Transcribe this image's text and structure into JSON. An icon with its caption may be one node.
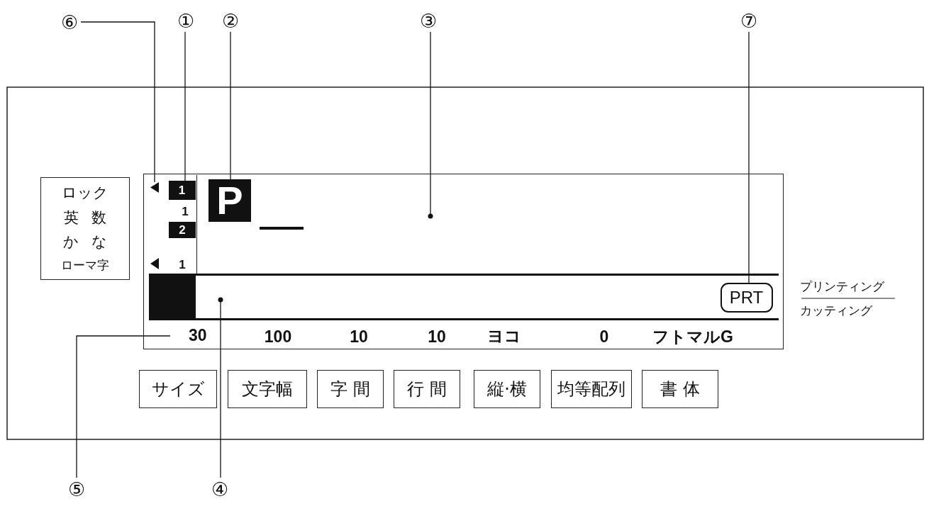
{
  "diagram": {
    "nodes": [
      {
        "text": [
          "⑥"
        ]
      },
      {
        "text": [
          "①"
        ]
      },
      {
        "text": [
          "②"
        ]
      },
      {
        "text": [
          "③"
        ]
      },
      {
        "text": [
          "⑦"
        ]
      },
      {
        "text": [
          "ロック",
          "英 数",
          "か な",
          "ローマ字"
        ]
      },
      {
        "text": [],
        "shape": "box"
      },
      {
        "text": [],
        "shape": "triangle",
        "in": 6
      },
      {
        "text": [
          "1"
        ],
        "in": 6
      },
      {
        "text": [],
        "shape": "box",
        "in": 6
      },
      {
        "text": [
          "P"
        ],
        "in": 9
      },
      {
        "text": [],
        "shape": "box",
        "in": 6
      },
      {
        "text": [],
        "shape": "box",
        "in": 11
      },
      {
        "text": [
          "PRT"
        ],
        "in": 11
      },
      {
        "text": [
          "30"
        ],
        "in": 6
      },
      {
        "text": [
          "サイズ"
        ]
      },
      {
        "text": [
          "文字幅"
        ]
      },
      {
        "text": [
          "字 間"
        ]
      },
      {
        "text": [
          "行 間"
        ]
      },
      {
        "text": [
          "縦·横"
        ]
      },
      {
        "text": [
          "均等配列"
        ]
      },
      {
        "text": [
          "書 体"
        ]
      },
      {
        "text": [
          "⑤"
        ]
      },
      {
        "text": [
          "④"
        ]
      }
    ],
    "edges": [
      {
        "from": 0,
        "to": 7,
        "arrow": "none"
      },
      {
        "from": 1,
        "to": 8,
        "arrow": "none"
      },
      {
        "from": 2,
        "to": 10,
        "arrow": "none"
      },
      {
        "from": 3,
        "to": 9,
        "arrow": "other"
      },
      {
        "from": 4,
        "to": 13,
        "arrow": "none"
      },
      {
        "from": 22,
        "to": 14,
        "arrow": "none"
      },
      {
        "from": 23,
        "to": 11,
        "arrow": "other"
      }
    ],
    "labels": [
      "1",
      "2",
      "1",
      "100",
      "10",
      "10",
      "ヨコ",
      "0",
      "フトマルG",
      "プリンティング",
      "カッティング"
    ]
  }
}
